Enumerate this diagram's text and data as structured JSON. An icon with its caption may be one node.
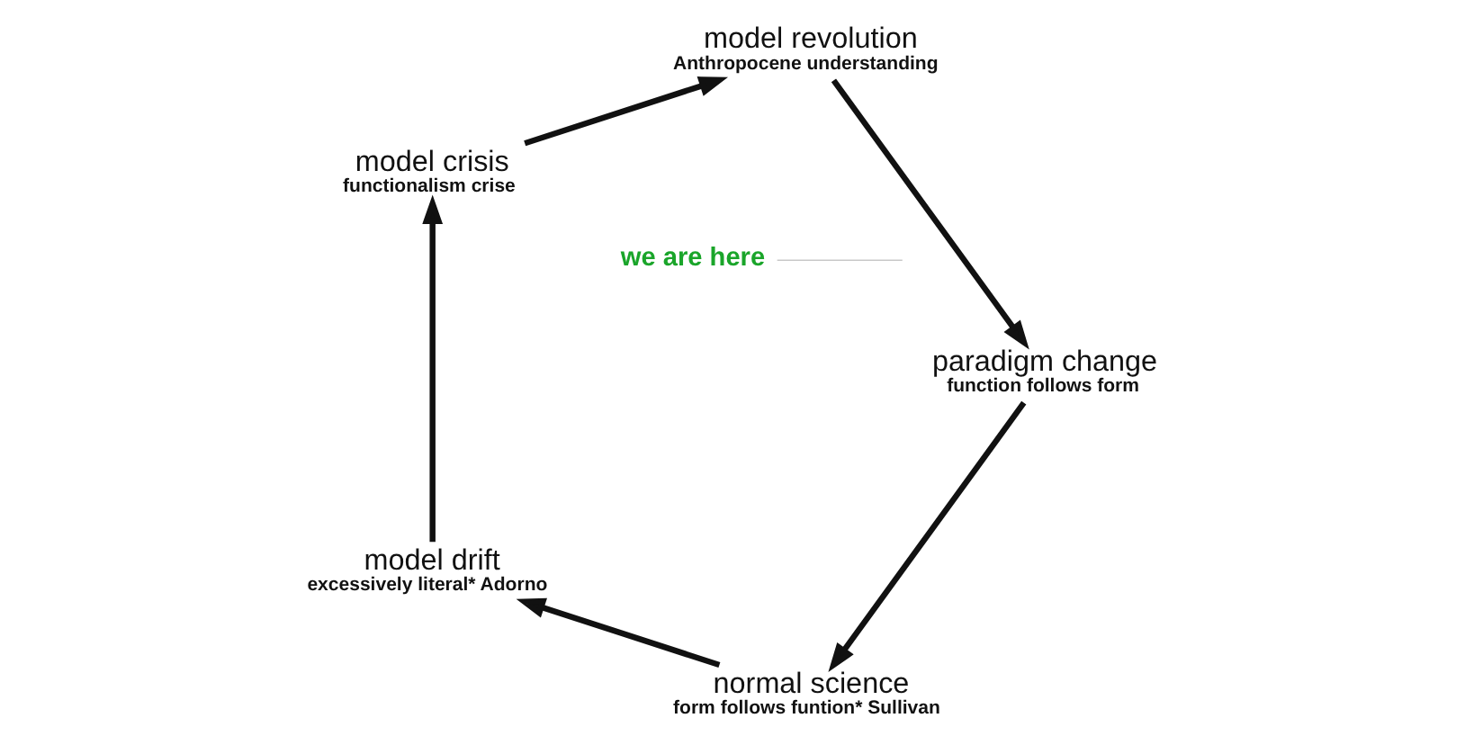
{
  "diagram": {
    "nodes": [
      {
        "text": [
          "normal science",
          "form follows funtion* Sullivan"
        ]
      },
      {
        "text": [
          "model drift",
          "excessively literal* Adorno"
        ]
      },
      {
        "text": [
          "model crisis",
          "functionalism crise"
        ]
      },
      {
        "text": [
          "model revolution",
          "Anthropocene understanding"
        ]
      },
      {
        "text": [
          "paradigm change",
          "function follows form"
        ]
      },
      {
        "text": [
          "we are here"
        ]
      }
    ],
    "edges": [
      {
        "from": 0,
        "to": 1,
        "arrow": "to"
      },
      {
        "from": 1,
        "to": 2,
        "arrow": "to"
      },
      {
        "from": 2,
        "to": 3,
        "arrow": "to"
      },
      {
        "from": 3,
        "to": 4,
        "arrow": "to"
      },
      {
        "from": 4,
        "to": 0,
        "arrow": "to"
      },
      {
        "from": 5,
        "to": null,
        "arrow": "none",
        "color": "#c8c8c8"
      }
    ]
  }
}
